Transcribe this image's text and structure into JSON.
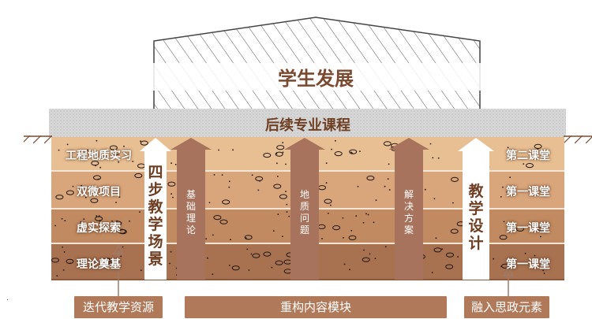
{
  "top": {
    "title": "学生发展"
  },
  "course_band": {
    "title": "后续专业课程"
  },
  "left_layers": [
    "工程地质实习",
    "双微项目",
    "虚实探索",
    "理论奠基"
  ],
  "right_layers": [
    "第二课堂",
    "第一课堂",
    "第一课堂",
    "第一课堂"
  ],
  "arrow_labels": {
    "four_step": "四步教学场景",
    "foundation": "基础理论",
    "geo_problem": "地质问题",
    "solution": "解决方案",
    "design": "教学设计"
  },
  "bottom_labels": {
    "left": "迭代教学资源",
    "middle": "重构内容模块",
    "right": "融入思政元素"
  },
  "colors": {
    "layer1": "#e8bf92",
    "layer2": "#d9a57a",
    "layer3": "#c18a60",
    "layer4": "#a87250",
    "arrow_brown": "#a7735c",
    "band_gray": "#d9d9d9",
    "text_brown": "#6e3f22"
  }
}
